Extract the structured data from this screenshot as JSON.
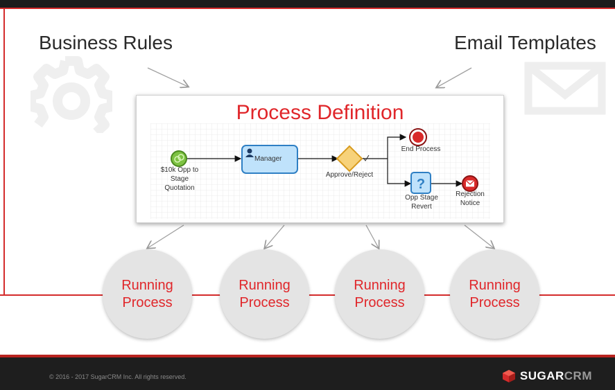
{
  "headings": {
    "left": "Business Rules",
    "right": "Email Templates"
  },
  "card": {
    "title": "Process Definition"
  },
  "flow": {
    "start_label": [
      "$10k Opp to",
      "Stage",
      "Quotation"
    ],
    "task_label": "Manager",
    "gateway_label": "Approve/Reject",
    "end_label": "End Process",
    "subtask_label": [
      "Opp Stage",
      "Revert"
    ],
    "message_label": [
      "Rejection",
      "Notice"
    ]
  },
  "running": [
    {
      "line1": "Running",
      "line2": "Process"
    },
    {
      "line1": "Running",
      "line2": "Process"
    },
    {
      "line1": "Running",
      "line2": "Process"
    },
    {
      "line1": "Running",
      "line2": "Process"
    }
  ],
  "footer": {
    "copyright": "© 2016 - 2017  SugarCRM Inc. All rights reserved.",
    "brand_main": "SUGAR",
    "brand_accent": "CRM"
  },
  "colors": {
    "accent_red": "#e0262a",
    "footer_bg": "#1e1e1e",
    "circle_bg": "#e4e4e4"
  }
}
